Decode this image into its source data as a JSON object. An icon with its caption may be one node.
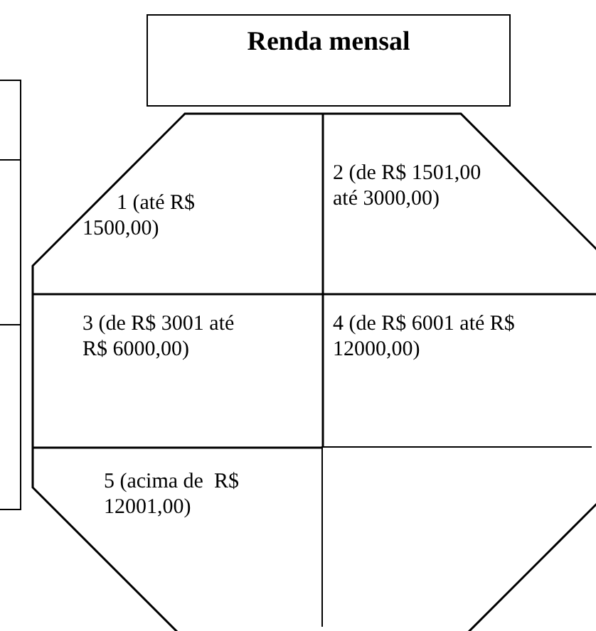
{
  "diagram": {
    "nodes": [
      {
        "text": [
          "Renda mensal"
        ]
      },
      {
        "text": [],
        "shape": "box"
      },
      {
        "text": [],
        "shape": "box"
      },
      {
        "text": [],
        "shape": "box"
      },
      {
        "text": [],
        "shape": "octagon"
      },
      {
        "text": [
          "1 (até R$ 1500,00)"
        ],
        "in": 4
      },
      {
        "text": [
          "2 (de R$ 1501,00 até 3000,00)"
        ],
        "in": 4
      },
      {
        "text": [
          "3 (de R$ 3001 até R$ 6000,00)"
        ],
        "in": 4
      },
      {
        "text": [
          "4 (de R$ 6001 até R$ 12000,00)"
        ],
        "in": 4
      },
      {
        "text": [
          "5 (acima de  R$ 12001,00)"
        ],
        "in": 4
      },
      {
        "text": [],
        "shape": "box",
        "in": 4
      }
    ],
    "edges": []
  }
}
